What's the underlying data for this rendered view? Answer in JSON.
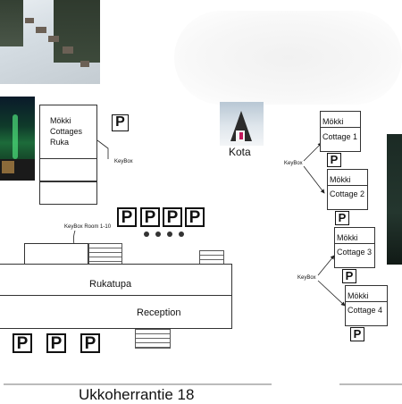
{
  "map": {
    "main_building": {
      "line1": "Mökki",
      "line2": "Cottages",
      "line3": "Ruka"
    },
    "keybox_label": "KeyBox",
    "keybox_room_label": "KeyBox Room 1-10",
    "rukatupa_label": "Rukatupa",
    "reception_label": "Reception",
    "kota_label": "Kota",
    "street_label": "Ukkoherrantie 18",
    "parking_symbol": "P",
    "cottages": [
      {
        "line1": "Mökki",
        "line2": "Cottage 1"
      },
      {
        "line1": "Mökki",
        "line2": "Cottage 2"
      },
      {
        "line1": "Mökki",
        "line2": "Cottage 3"
      },
      {
        "line1": "Mökki",
        "line2": "Cottage 4"
      }
    ]
  }
}
